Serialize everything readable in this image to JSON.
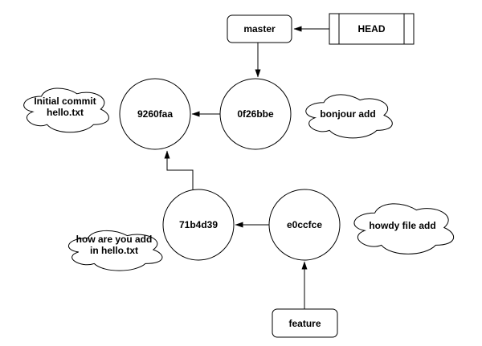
{
  "diagram": {
    "colors": {
      "background": "#ffffff",
      "stroke": "#000000",
      "text": "#000000"
    },
    "nodes": {
      "master": "master",
      "head": "HEAD",
      "feature": "feature",
      "commit1": "9260faa",
      "commit2": "0f26bbe",
      "commit3": "71b4d39",
      "commit4": "e0ccfce"
    },
    "notes": {
      "initial": {
        "line1": "Initial commit",
        "line2": "hello.txt"
      },
      "bonjour": {
        "text": "bonjour add"
      },
      "how_are_you": {
        "line1": "how are you add",
        "line2": "in hello.txt"
      },
      "howdy": {
        "text": "howdy file add"
      }
    }
  }
}
